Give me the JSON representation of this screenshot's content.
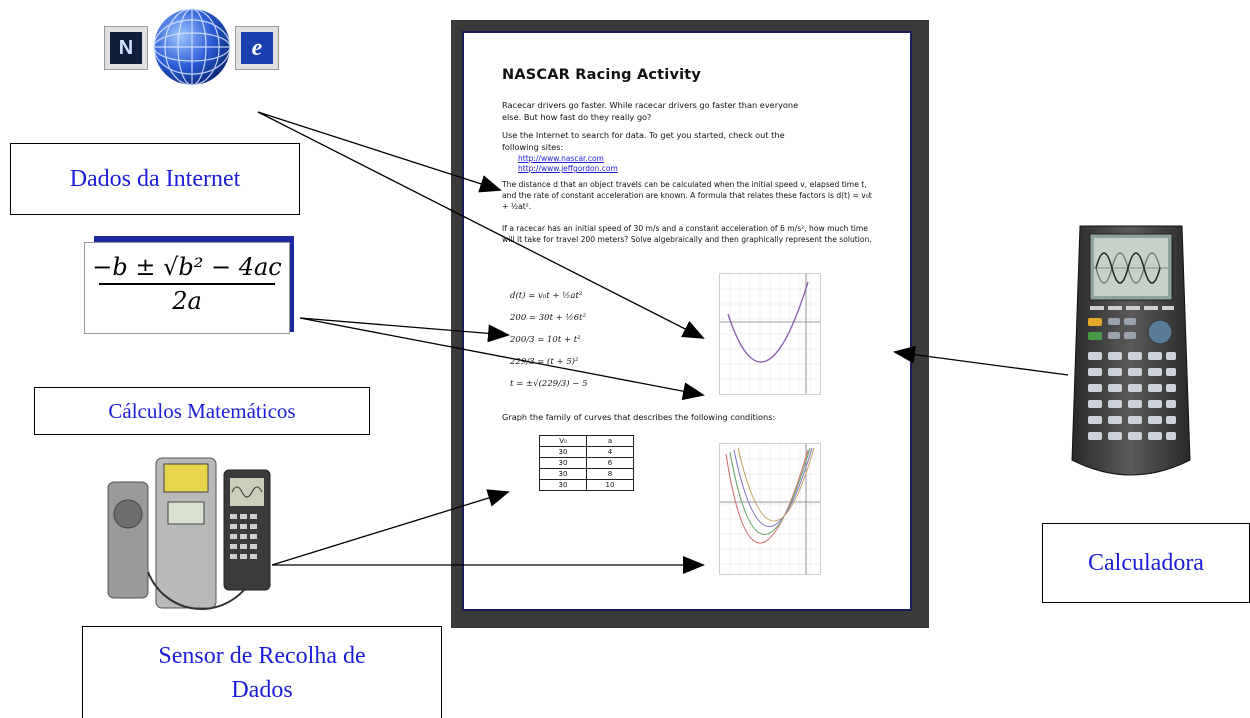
{
  "labels": {
    "internet": "Dados da Internet",
    "math": "Cálculos Matemáticos",
    "sensor": "Sensor de Recolha de Dados",
    "calculator": "Calculadora"
  },
  "formula": {
    "numerator": "−b ± √b² − 4ac",
    "denominator": "2a"
  },
  "document": {
    "title": "NASCAR Racing Activity",
    "para1": "Racecar drivers go faster. While racecar drivers go faster than everyone else. But how fast do they really go?",
    "para2": "Use the Internet to search for data. To get you started, check out the following sites:",
    "link1": "http://www.nascar.com",
    "link2": "http://www.jeffgordon.com",
    "para3": "The distance d that an object travels can be calculated when the initial speed v, elapsed time t, and the rate of constant acceleration are known. A formula that relates these factors is d(t) = v₀t + ½at².",
    "para4": "If a racecar has an initial speed of 30 m/s and a constant acceleration of 6 m/s², how much time will it take for travel 200 meters? Solve algebraically and then graphically represent the solution.",
    "equations": [
      "d(t) = v₀t + ½at²",
      "200 = 30t + ½6t²",
      "200/3 = 10t + t²",
      "229/3 = (t + 5)²",
      "t = ±√(229/3) − 5"
    ],
    "para5": "Graph the family of curves that describes the following conditions:",
    "table": {
      "header": [
        "V₀",
        "a"
      ],
      "rows": [
        [
          "30",
          "4"
        ],
        [
          "30",
          "6"
        ],
        [
          "30",
          "8"
        ],
        [
          "30",
          "10"
        ]
      ]
    }
  },
  "colors": {
    "label_text": "#1d1dd8",
    "arrow": "#000000",
    "doc_frame": "#3a3a3a"
  },
  "icons": [
    "netscape-icon",
    "globe-icon",
    "internet-explorer-icon"
  ]
}
